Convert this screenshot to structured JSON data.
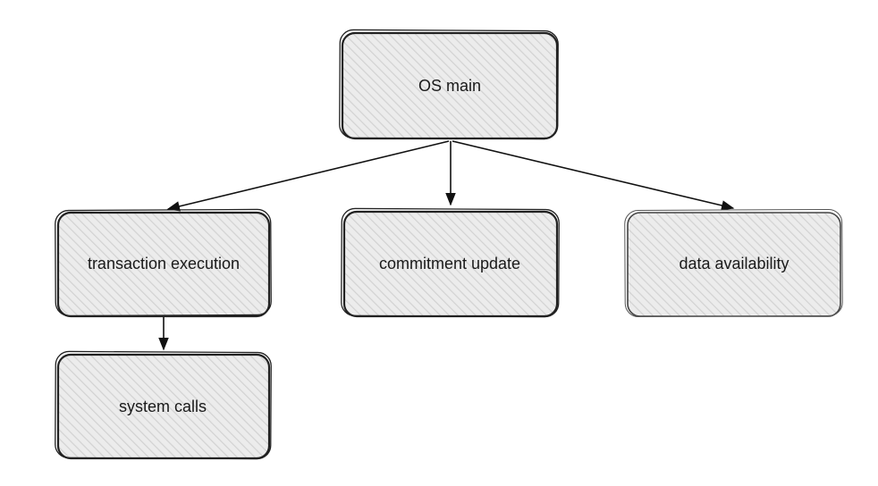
{
  "diagram": {
    "nodes": {
      "os_main": "OS main",
      "transaction_execution": "transaction execution",
      "commitment_update": "commitment update",
      "data_availability": "data availability",
      "system_calls": "system calls"
    },
    "colors": {
      "box_fill": "#ececec",
      "hatch": "#d2d2d2",
      "stroke": "#222222",
      "text": "#1a1a1a"
    }
  }
}
